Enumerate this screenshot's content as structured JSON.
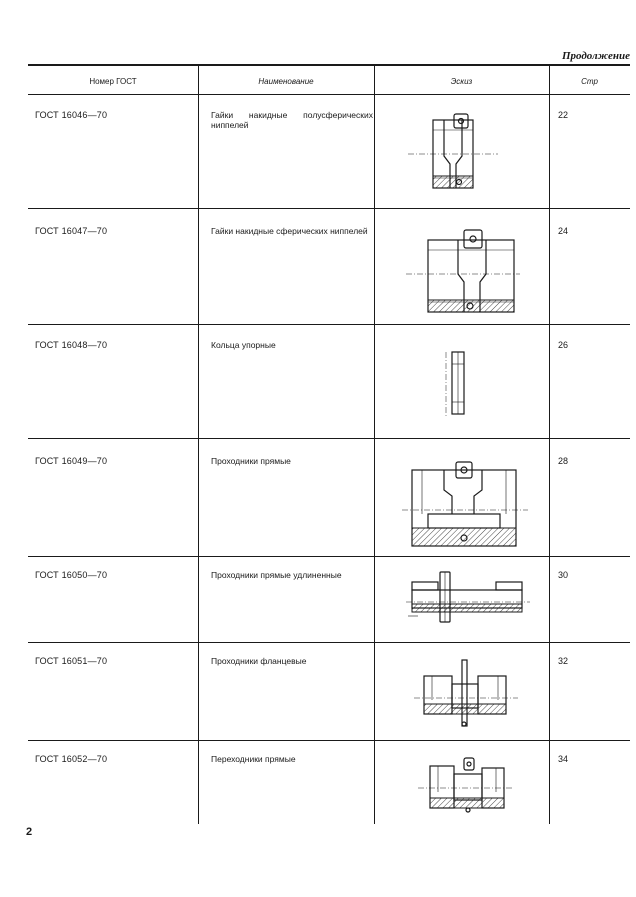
{
  "header_note": "Продолжение",
  "columns": {
    "number": "Номер ГОСТ",
    "name": "Наименование",
    "sketch": "Эскиз",
    "page": "Стр"
  },
  "rows": [
    {
      "number": "ГОСТ 16046—70",
      "name": "Гайки накидные полусферических ниппелей",
      "page": "22",
      "sketch": "cap-nut-hemispherical"
    },
    {
      "number": "ГОСТ 16047—70",
      "name": "Гайки накидные сферических ниппелей",
      "page": "24",
      "sketch": "cap-nut-spherical"
    },
    {
      "number": "ГОСТ 16048—70",
      "name": "Кольца упорные",
      "page": "26",
      "sketch": "thrust-ring"
    },
    {
      "number": "ГОСТ 16049—70",
      "name": "Проходники прямые",
      "page": "28",
      "sketch": "straight-fitting"
    },
    {
      "number": "ГОСТ 16050—70",
      "name": "Проходники прямые удлиненные",
      "page": "30",
      "sketch": "extended-fitting"
    },
    {
      "number": "ГОСТ 16051—70",
      "name": "Проходники фланцевые",
      "page": "32",
      "sketch": "flanged-fitting"
    },
    {
      "number": "ГОСТ 16052—70",
      "name": "Переходники прямые",
      "page": "34",
      "sketch": "straight-adapter"
    }
  ],
  "page_number": "2"
}
